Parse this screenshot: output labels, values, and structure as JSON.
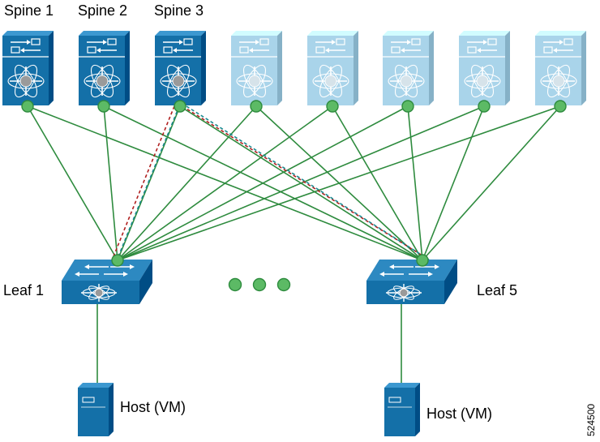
{
  "colors": {
    "active": "#1470a8",
    "inactive": "#a9d4ea",
    "link": "#2e8b3e",
    "port": "#5cba65",
    "path_red": "#b02020",
    "path_teal": "#1a8a90"
  },
  "spines": [
    {
      "label": "Spine 1",
      "state": "active"
    },
    {
      "label": "Spine 2",
      "state": "active"
    },
    {
      "label": "Spine 3",
      "state": "active"
    },
    {
      "label": "",
      "state": "inactive"
    },
    {
      "label": "",
      "state": "inactive"
    },
    {
      "label": "",
      "state": "inactive"
    },
    {
      "label": "",
      "state": "inactive"
    },
    {
      "label": "",
      "state": "inactive"
    }
  ],
  "leaves": [
    {
      "label": "Leaf 1"
    },
    {
      "label": "Leaf 5"
    }
  ],
  "hosts": [
    {
      "label": "Host (VM)"
    },
    {
      "label": "Host (VM)"
    }
  ],
  "figure_id": "524500",
  "icons": {
    "spine": "spine-switch-icon",
    "leaf": "leaf-switch-icon",
    "host": "server-icon",
    "ellipsis": "ellipsis-dots-icon"
  }
}
